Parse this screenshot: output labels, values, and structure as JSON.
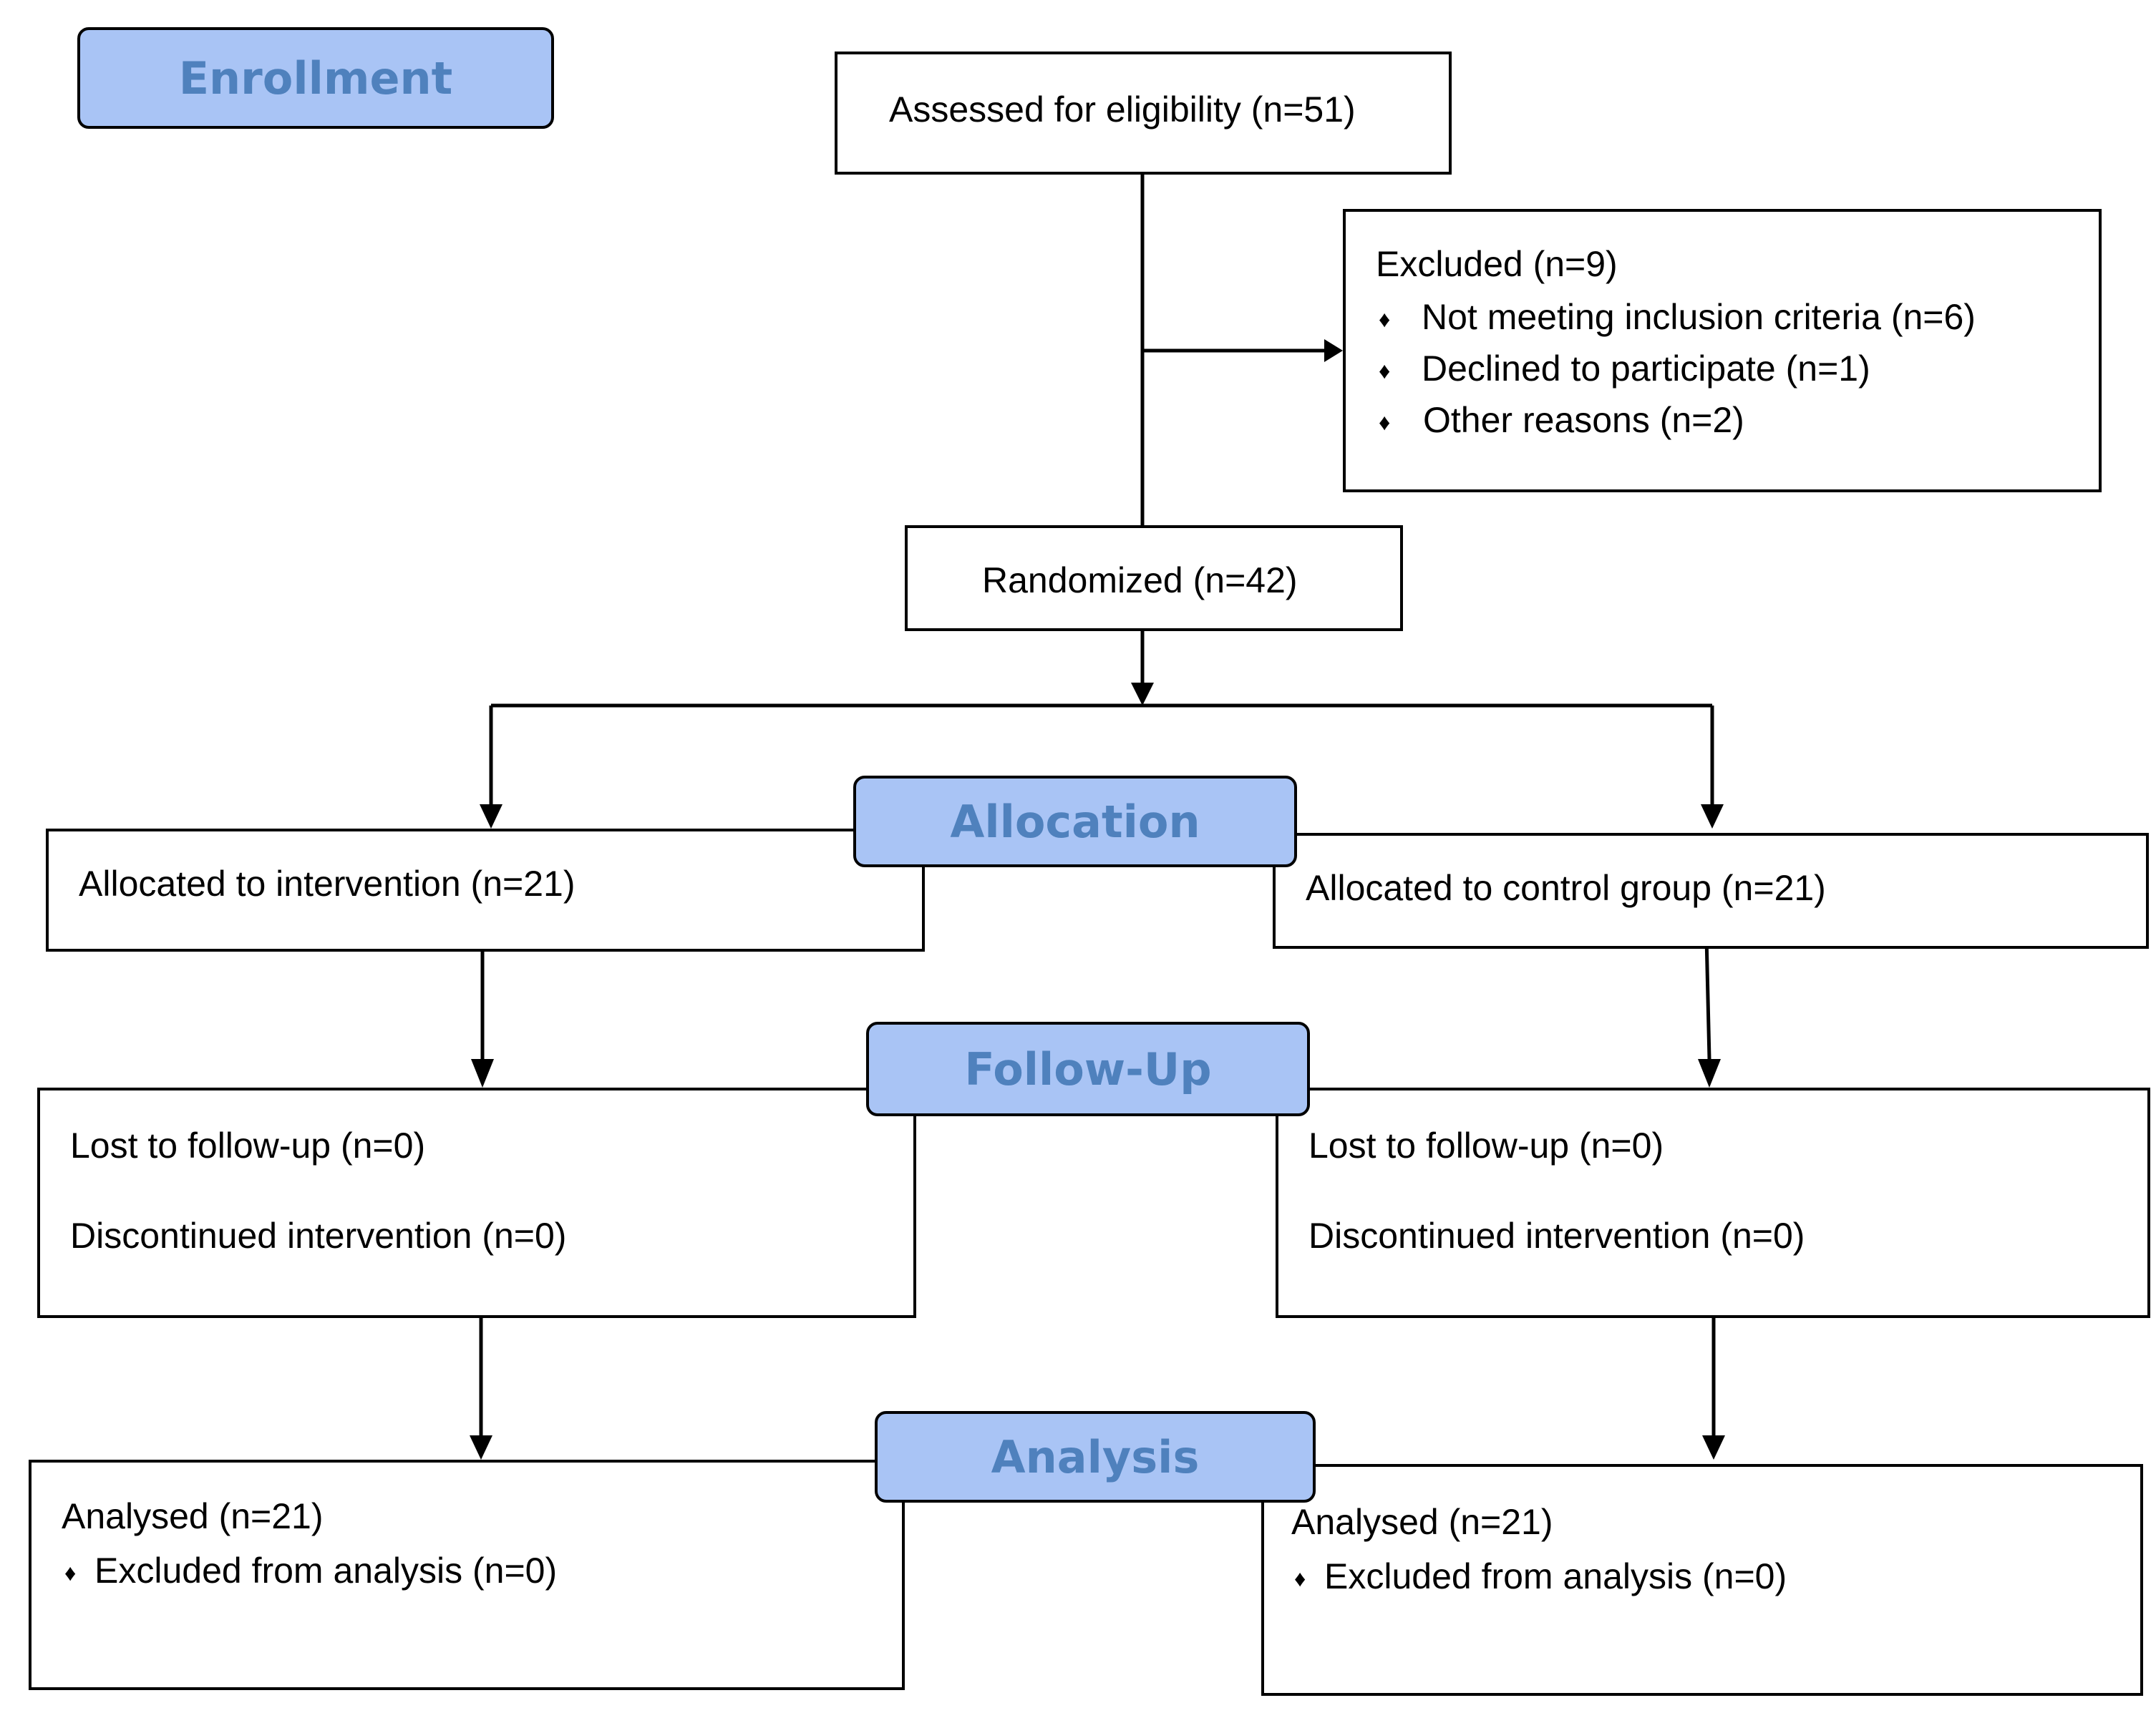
{
  "stages": {
    "enrollment": "Enrollment",
    "allocation": "Allocation",
    "follow_up": "Follow-Up",
    "analysis": "Analysis"
  },
  "enrollment": {
    "assessed": "Assessed for eligibility (n=51)",
    "excluded_title": "Excluded  (n=9)",
    "excluded_items": [
      "Not meeting inclusion criteria (n=6)",
      "Declined to participate (n=1)",
      "Other reasons (n=2)"
    ],
    "randomized": "Randomized (n=42)"
  },
  "allocation": {
    "intervention": "Allocated to intervention (n=21)",
    "control": "Allocated to control group (n=21)"
  },
  "follow_up": {
    "intervention": {
      "lost": "Lost to follow-up (n=0)",
      "discontinued": "Discontinued intervention (n=0)"
    },
    "control": {
      "lost": "Lost to follow-up (n=0)",
      "discontinued": "Discontinued intervention (n=0)"
    }
  },
  "analysis": {
    "intervention": {
      "analysed": "Analysed  (n=21)",
      "excluded": "Excluded from analysis (n=0)"
    },
    "control": {
      "analysed": "Analysed  (n=21)",
      "excluded": "Excluded from analysis (n=0)"
    }
  },
  "bullet_glyph": "♦"
}
